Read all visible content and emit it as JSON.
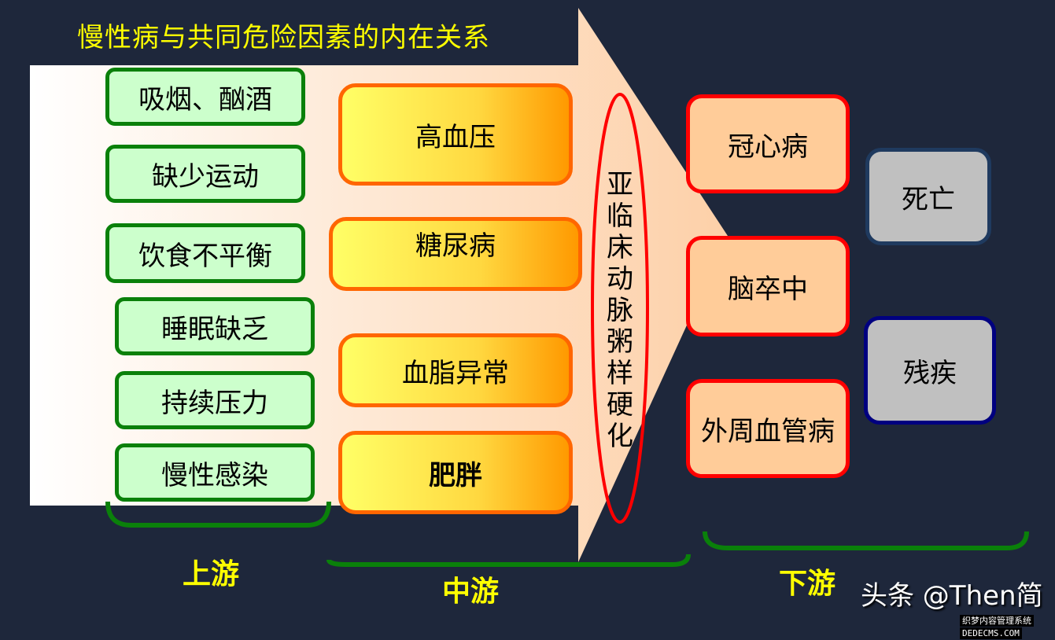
{
  "title": "慢性病与共同危险因素的内在关系",
  "upstream": {
    "label": "上游",
    "items": [
      "吸烟、酗酒",
      "缺少运动",
      "饮食不平衡",
      "睡眠缺乏",
      "持续压力",
      "慢性感染"
    ]
  },
  "midstream": {
    "label": "中游",
    "items": [
      "高血压",
      "糖尿病",
      "血脂异常",
      "肥胖"
    ],
    "ellipse_text": "亚临床动脉粥样硬化"
  },
  "downstream": {
    "label": "下游",
    "items": [
      "冠心病",
      "脑卒中",
      "外周血管病"
    ],
    "outcomes": [
      "死亡",
      "残疾"
    ]
  },
  "watermark": {
    "text": "头条 @Then简",
    "site_cn": "织梦内容管理系统",
    "site_en": "DEDECMS.COM"
  },
  "colors": {
    "background": "#1e273b",
    "title": "#ffff00",
    "green": "#0a800a",
    "orange": "#ff6600",
    "red": "#ff0000"
  }
}
